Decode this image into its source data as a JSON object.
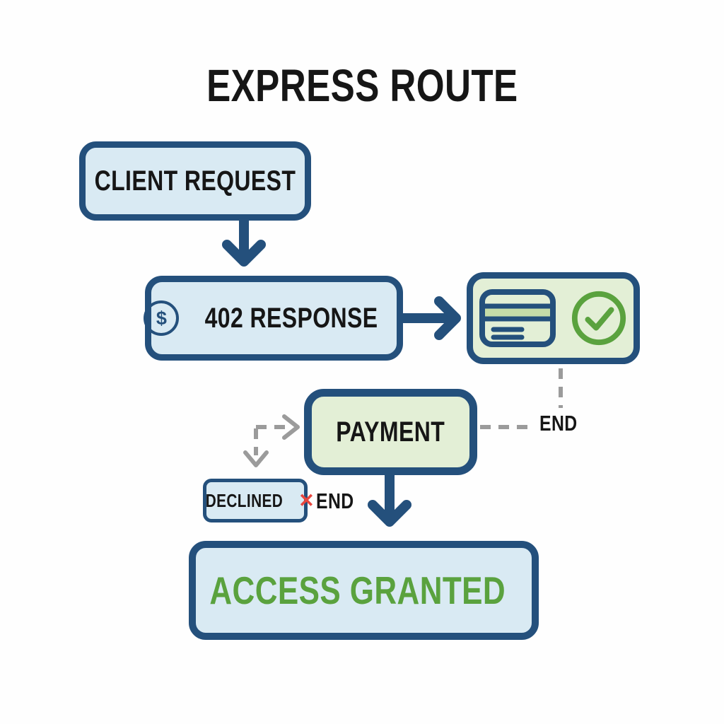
{
  "title": "EXPRESS ROUTE",
  "colors": {
    "navy": "#24507c",
    "light_blue": "#d9eaf3",
    "light_green": "#e3efd6",
    "stripe_green": "#c5dca8",
    "green": "#5aa23e",
    "red": "#e8463e",
    "gray": "#9b9b9b",
    "black": "#161616"
  },
  "nodes": {
    "client_request": {
      "label": "CLIENT REQUEST"
    },
    "response_402": {
      "label": "402 RESPONSE",
      "dollar_glyph": "$",
      "icons": [
        "dollar-circle-icon",
        "crossed-credit-card-icon"
      ]
    },
    "payment_method": {
      "icons": [
        "credit-card-icon",
        "check-circle-icon"
      ]
    },
    "payment": {
      "label": "PAYMENT"
    },
    "declined": {
      "label": "DECLINED",
      "x_glyph": "✕",
      "icons": [
        "x-icon"
      ]
    },
    "access_granted": {
      "label": "ACCESS GRANTED",
      "icons": [
        "open-padlock-icon"
      ]
    }
  },
  "labels": {
    "end_after_payment_method": "END",
    "end_after_declined": "END"
  },
  "edges": [
    {
      "from": "client_request",
      "to": "response_402",
      "style": "solid-arrow"
    },
    {
      "from": "response_402",
      "to": "payment_method",
      "style": "solid-arrow"
    },
    {
      "from": "payment_method",
      "to": "end_after_payment_method",
      "style": "dashed-line"
    },
    {
      "from": "payment",
      "to": "end_after_payment_method",
      "style": "dashed-line"
    },
    {
      "from": "payment",
      "to": "declined",
      "style": "dashed-arrow-elbow"
    },
    {
      "from": "payment",
      "to": "access_granted",
      "style": "solid-arrow"
    }
  ]
}
